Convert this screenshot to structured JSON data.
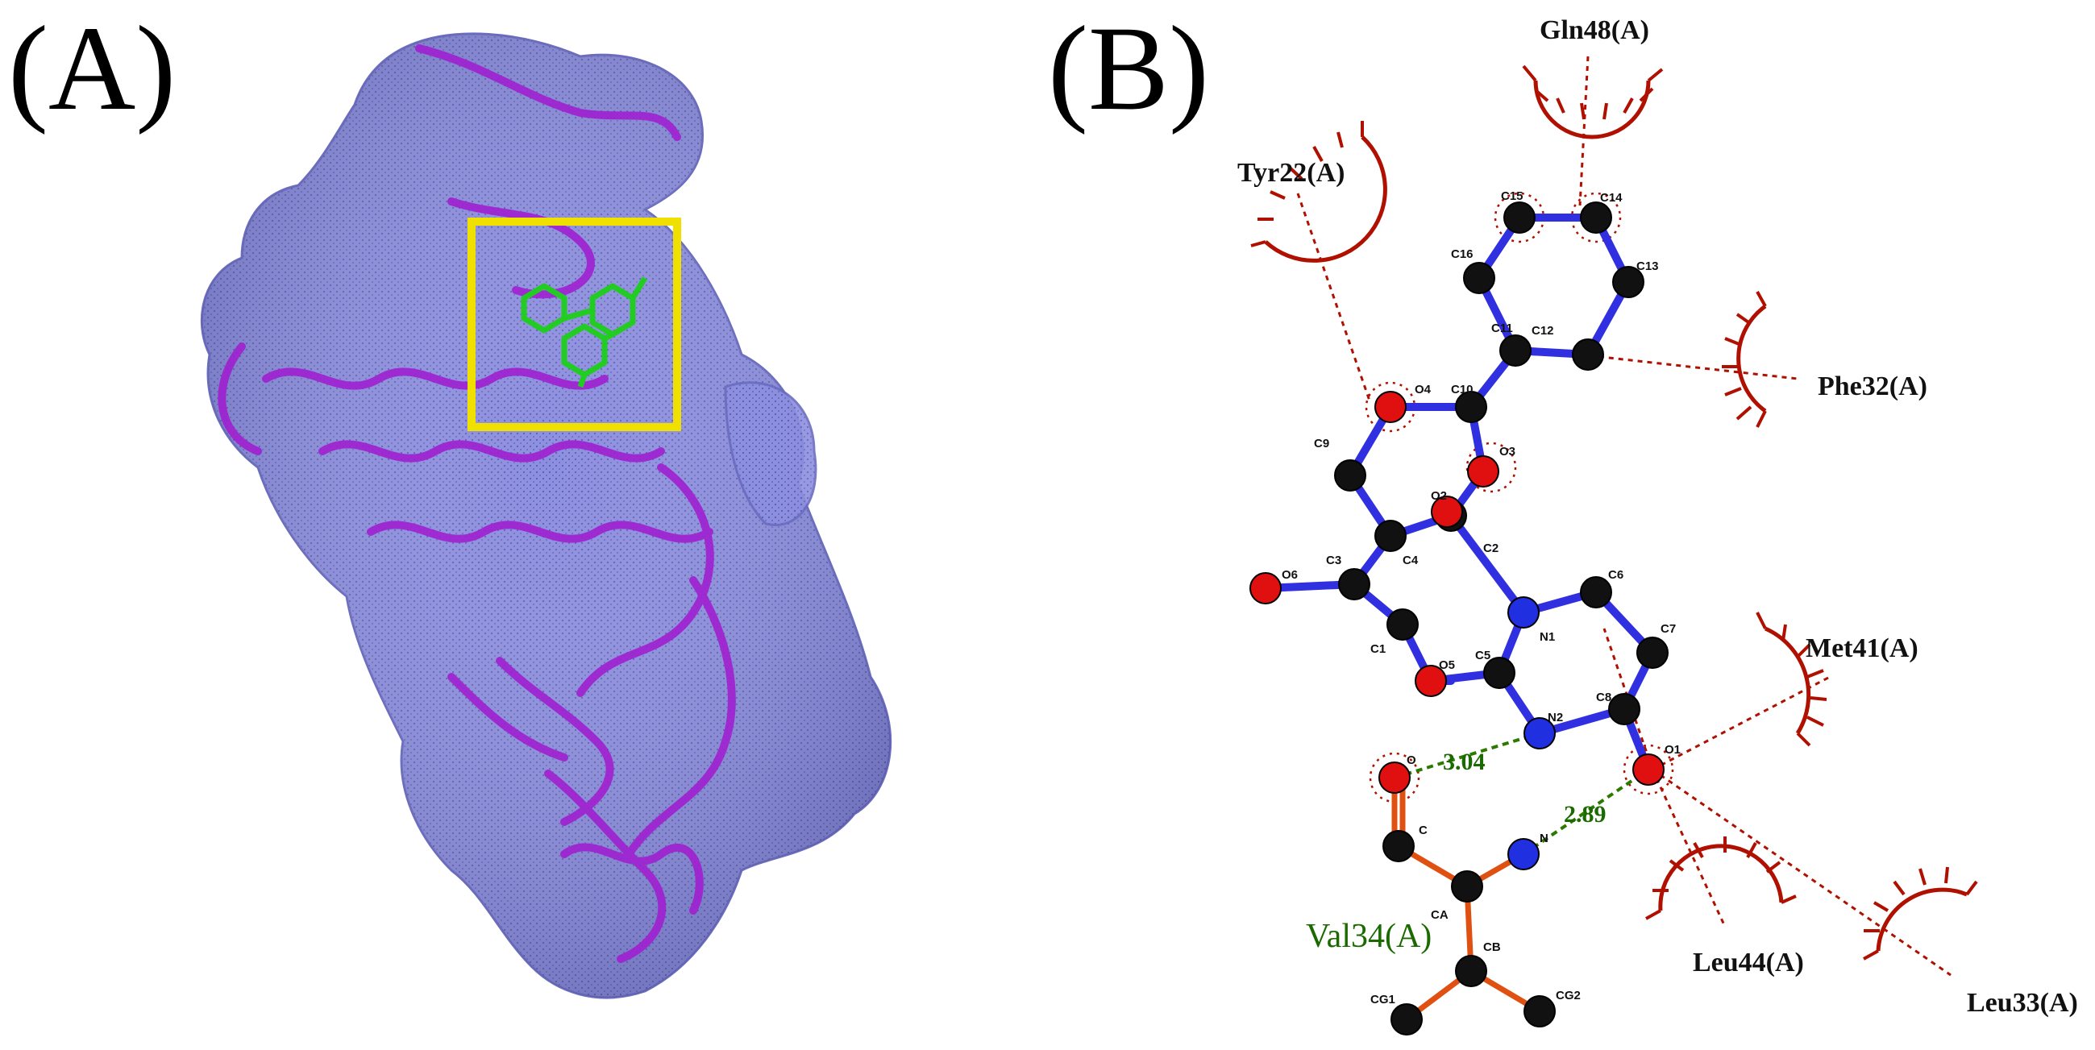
{
  "panels": {
    "a_label": "(A)",
    "b_label": "(B)"
  },
  "colors": {
    "surface": "#8c8ee0",
    "ribbon": "#a020d0",
    "ligand_3d": "#22cc22",
    "highlight_box": "#f0e000",
    "ligand_bond": "#3030e0",
    "carbon": "#111111",
    "oxygen": "#e01010",
    "nitrogen": "#2030e0",
    "hydrophobic": "#b01000",
    "hbond": "#2a7a00"
  },
  "residues": {
    "gln48": "Gln48(A)",
    "tyr22": "Tyr22(A)",
    "phe32": "Phe32(A)",
    "met41": "Met41(A)",
    "leu44": "Leu44(A)",
    "leu33": "Leu33(A)",
    "val34": "Val34(A)"
  },
  "hbonds": {
    "d1": "3.04",
    "d2": "2.89"
  },
  "atoms": {
    "c15": "C15",
    "c14": "C14",
    "c16": "C16",
    "c13": "C13",
    "c11": "C11",
    "c10": "C10",
    "c12": "C12",
    "o4": "O4",
    "o3": "O3",
    "c9": "C9",
    "o2": "O2",
    "c3": "C3",
    "c4": "C4",
    "o6": "O6",
    "c1": "C1",
    "c2": "C2",
    "n1": "N1",
    "c6": "C6",
    "c7": "C7",
    "o5": "O5",
    "c5": "C5",
    "c8": "C8",
    "n2": "N2",
    "o1": "O1",
    "o": "O",
    "c": "C",
    "n": "N",
    "ca": "CA",
    "cb": "CB",
    "cg1": "CG1",
    "cg2": "CG2"
  }
}
